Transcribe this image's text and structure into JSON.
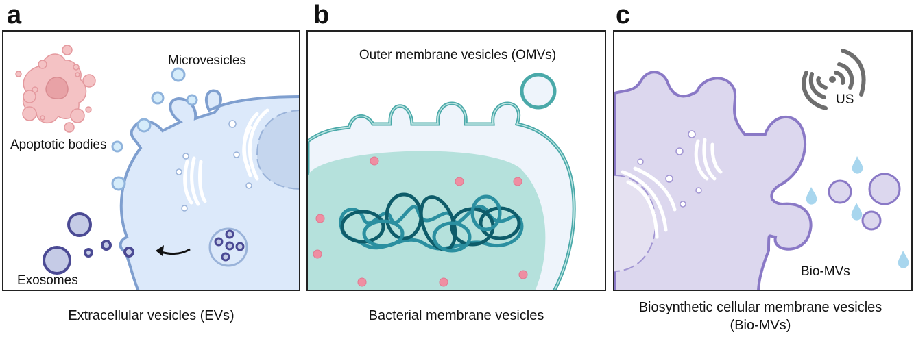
{
  "panels": [
    {
      "letter": "a",
      "caption": "Extracellular vesicles (EVs)",
      "labels": {
        "microvesicles": "Microvesicles",
        "apoptotic": "Apoptotic bodies",
        "exosomes": "Exosomes"
      }
    },
    {
      "letter": "b",
      "caption": "Bacterial membrane vesicles",
      "labels": {
        "omvs": "Outer membrane vesicles (OMVs)"
      }
    },
    {
      "letter": "c",
      "caption_line1": "Biosynthetic cellular membrane vesicles",
      "caption_line2": "(Bio-MVs)",
      "labels": {
        "us": "US",
        "biomvs": "Bio-MVs"
      }
    }
  ],
  "colors": {
    "ev_cell_fill": "#dce9fa",
    "ev_membrane": "#7f9fcf",
    "apoptotic_fill": "#f4c2c4",
    "exosome_stroke": "#4b4a94",
    "bacteria_fill": "#b5e1dc",
    "bacteria_membrane": "#4aa9a9",
    "dna_dark": "#0e5c6a",
    "dna_light": "#2b8fa0",
    "ribosome": "#ef8ea2",
    "biomv_fill": "#dcd7ee",
    "biomv_membrane": "#8a79c6",
    "us_icon": "#6e6e6e",
    "droplet": "#a8d6ee"
  }
}
